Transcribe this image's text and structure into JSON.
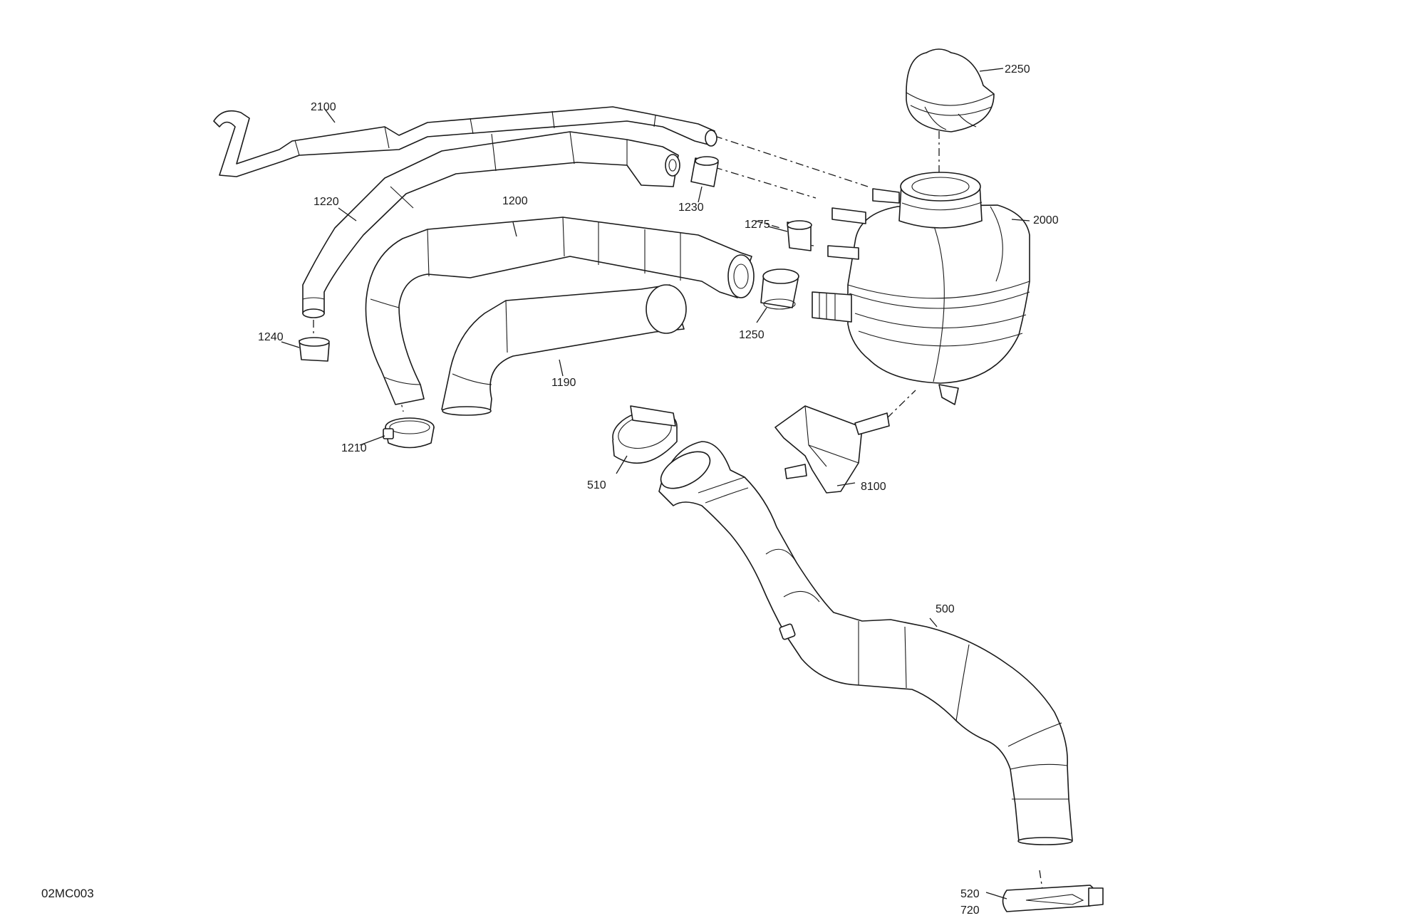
{
  "diagram_code": "02MC003",
  "callouts": {
    "p2250": "2250",
    "p2100": "2100",
    "p2000": "2000",
    "p1220": "1220",
    "p1230": "1230",
    "p1200": "1200",
    "p1275": "1275",
    "p1250": "1250",
    "p1240": "1240",
    "p1190": "1190",
    "p1210": "1210",
    "p510": "510",
    "p8100": "8100",
    "p500": "500",
    "p520": "520",
    "p720": "720"
  }
}
